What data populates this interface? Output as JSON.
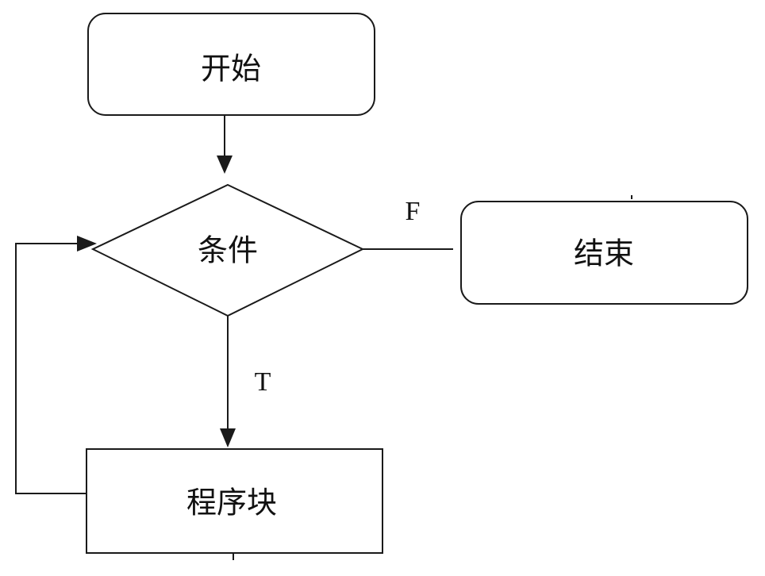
{
  "nodes": {
    "start": {
      "label": "开始"
    },
    "condition": {
      "label": "条件"
    },
    "end": {
      "label": "结束"
    },
    "block": {
      "label": "程序块"
    }
  },
  "edges": {
    "false_label": "F",
    "true_label": "T"
  },
  "colors": {
    "stroke": "#1a1a1a",
    "text": "#111111",
    "background": "#ffffff"
  }
}
